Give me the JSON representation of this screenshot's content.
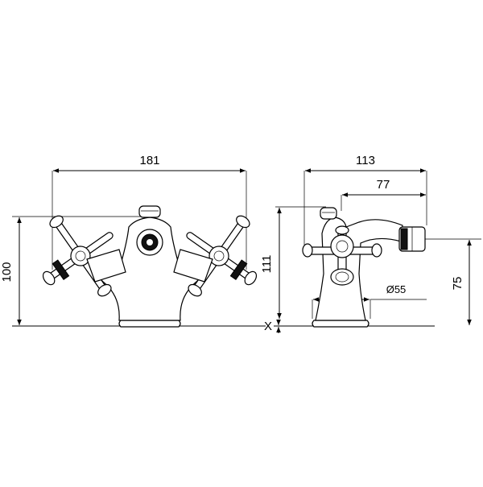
{
  "drawing": {
    "front_view": {
      "width_label": "181",
      "height_label": "100"
    },
    "side_view": {
      "depth_label": "113",
      "reach_label": "77",
      "height_label": "111",
      "spout_height_label": "75",
      "base_diameter_label": "Ø55",
      "deck_thickness_label": "X"
    }
  }
}
